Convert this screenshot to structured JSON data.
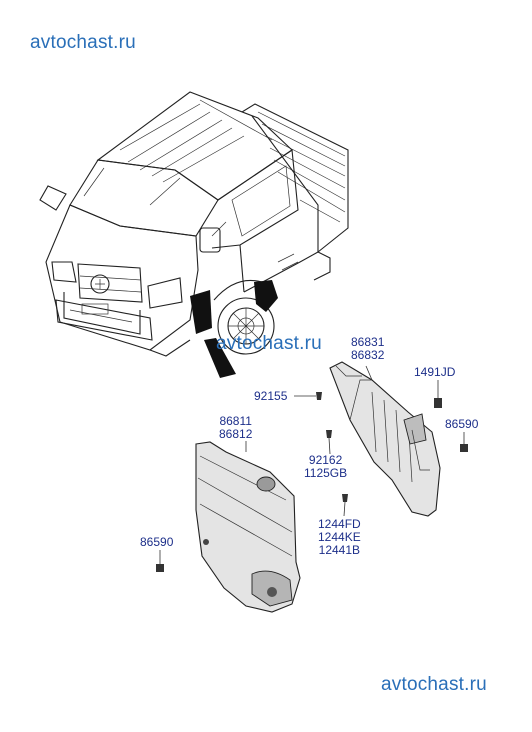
{
  "watermarks": {
    "top": "avtochast.ru",
    "middle": "avtochast.ru",
    "bottom": "avtochast.ru"
  },
  "callouts": {
    "rear_guard": [
      "86831",
      "86832"
    ],
    "clip_1491": "1491JD",
    "screw_92155": "92155",
    "nut_86590_right": "86590",
    "front_guard": [
      "86811",
      "86812"
    ],
    "bolt_group": [
      "92162",
      "1125GB"
    ],
    "fastener_group": [
      "1244FD",
      "1244KE",
      "12441B"
    ],
    "nut_86590_left": "86590"
  },
  "colors": {
    "watermark": "#2a6fb8",
    "label": "#1d2f8a",
    "guard_fill": "#d8d8d8",
    "highlight": "#111111"
  }
}
